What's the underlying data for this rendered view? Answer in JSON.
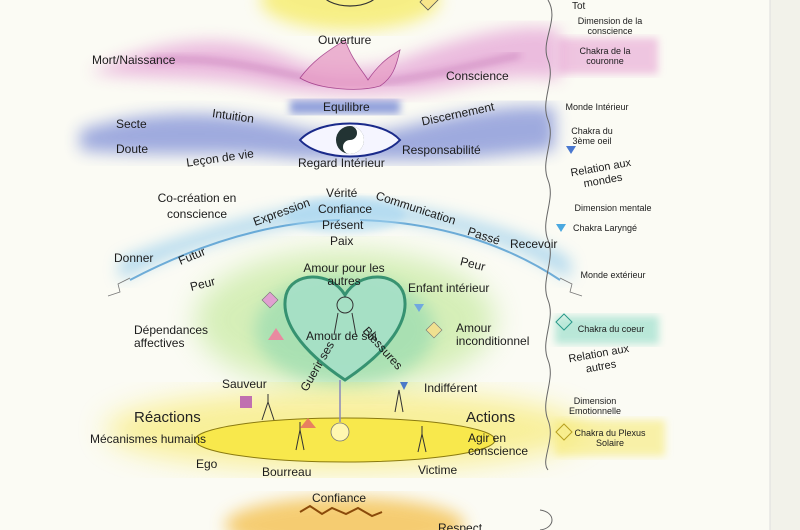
{
  "top": {
    "partial_label": "Tot"
  },
  "right_column": {
    "dim_conscience": "Dimension de la conscience",
    "chakra_couronne": "Chakra de la couronne",
    "monde_interieur": "Monde Intérieur",
    "chakra_3e_oeil": "Chakra du 3ème oeil",
    "relation_mondes": "Relation aux mondes",
    "dim_mentale": "Dimension mentale",
    "chakra_larynge": "Chakra Laryngé",
    "monde_exterieur": "Monde extérieur",
    "chakra_coeur": "Chakra du coeur",
    "relation_autres": "Relation aux autres",
    "dim_emotionnelle": "Dimension Emotionnelle",
    "chakra_plexus": "Chakra du Plexus Solaire"
  },
  "crown": {
    "mort_naissance": "Mort/Naissance",
    "ouverture": "Ouverture",
    "conscience": "Conscience"
  },
  "eye": {
    "secte": "Secte",
    "intuition": "Intuition",
    "equilibre": "Equilibre",
    "discernement": "Discernement",
    "doute": "Doute",
    "lecon": "Leçon de vie",
    "regard": "Regard Intérieur",
    "responsabilite": "Responsabilité"
  },
  "throat": {
    "cocreation": "Co-création en conscience",
    "verite": "Vérité",
    "confiance": "Confiance",
    "present": "Présent",
    "paix": "Paix",
    "expression": "Expression",
    "communication": "Communication",
    "passe": "Passé",
    "donner": "Donner",
    "futur": "Futur",
    "recevoir": "Recevoir",
    "peur_left": "Peur",
    "peur_right": "Peur"
  },
  "heart": {
    "amour_autres": "Amour pour les autres",
    "enfant": "Enfant intérieur",
    "dependances": "Dépendances affectives",
    "amour_soi": "Amour de soi",
    "amour_incond": "Amour inconditionnel",
    "guerir_1": "Guerir ses",
    "guerir_2": "Blessures"
  },
  "plexus": {
    "sauveur": "Sauveur",
    "indifferent": "Indifférent",
    "reactions": "Réactions",
    "actions": "Actions",
    "mecanismes": "Mécanismes humains",
    "agir": "Agir en conscience",
    "ego": "Ego",
    "bourreau": "Bourreau",
    "victime": "Victime"
  },
  "bottom": {
    "confiance": "Confiance",
    "partial": "Respect"
  },
  "colors": {
    "crown": "#c03c9a",
    "third_eye": "#3d4fb8",
    "throat": "#4aa3d8",
    "heart": "#5cc06b",
    "plexus": "#f2d61c",
    "sacral": "#f0a020"
  }
}
